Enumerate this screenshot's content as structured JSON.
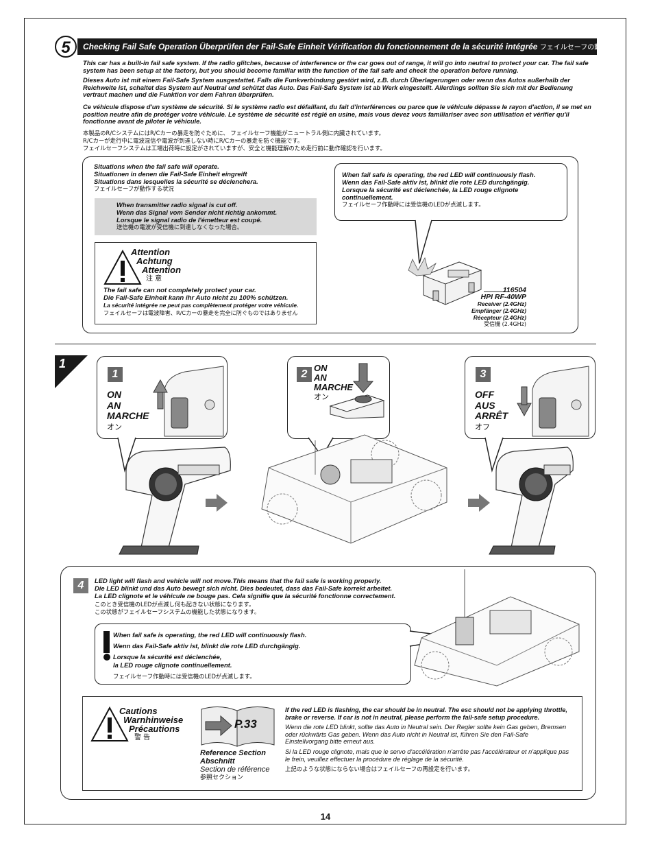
{
  "section": {
    "number": "5",
    "title": "Checking Fail Safe Operation  Überprüfen der Fail-Safe Einheit  Vérification du fonctionnement de la sécurité intégrée",
    "title_jp": "フェイルセーフの動作確認"
  },
  "intro": {
    "en": "This car has a built-in fail safe system. If the radio glitches, because of interference or the car goes out of range, it will go into neutral to protect your car. The fail safe system has been setup at the factory, but you should become familiar with the function of the fail safe and check the operation before running.",
    "de": "Dieses Auto ist mit einem Fail-Safe System ausgestattet. Falls die Funkverbindung gestört wird, z.B. durch Überlagerungen oder wenn das Autos außerhalb der Reichweite ist, schaltet das System auf Neutral und schützt das Auto. Das Fail-Safe System ist ab Werk eingestellt. Allerdings sollten Sie sich mit der Bedienung vertraut machen und die Funktion vor dem Fahren überprüfen.",
    "fr": "Ce véhicule dispose d'un système de sécurité. Si le système radio est défaillant, du fait d'interférences ou parce que le véhicule dépasse le rayon d'action, il se met en position neutre afin de protéger votre véhicule. Le système de sécurité est réglé en usine, mais vous devez vous familiariser avec son utilisation et vérifier qu'il fonctionne avant de piloter le véhicule.",
    "jp1": "本製品のR/CシステムにはR/Cカーの暴走を防ぐために、 フェイルセーフ機能がニュートラル側に内臓されています。",
    "jp2": "R/Cカーが走行中に電波混信や電波が到達しない時にR/Cカーの暴走を防ぐ機能です。",
    "jp3": "フェイルセーフシステムは工場出荷時に設定がされていますが、安全と機能理解のため走行前に動作確認を行います。"
  },
  "situations": {
    "en": "Situations when the fail safe will operate.",
    "de": "Situationen in denen die Fail-Safe Einheit eingreift",
    "fr": "Situations dans lesquelles la sécurité se déclenchera.",
    "jp": "フェイルセーフが動作する状況",
    "signal_en": "When transmitter radio signal is cut off.",
    "signal_de": "Wenn das Signal vom Sender nicht richtig ankommt.",
    "signal_fr": "Lorsque le signal radio de l'émetteur est coupé.",
    "signal_jp": "送信機の電波が受信機に到達しなくなった場合。"
  },
  "attention": {
    "en": "Attention",
    "de": "Achtung",
    "fr": "Attention",
    "jp": "注 意",
    "note_en": "The fail safe can not completely protect your car.",
    "note_de": "Die Fail-Safe Einheit kann ihr Auto nicht zu 100% schützen.",
    "note_fr": "La sécurité intégrée ne peut pas complètement protéger votre véhicule.",
    "note_jp": "フェイルセーフは電波障害、R/Cカーの暴走を完全に防ぐものではありません"
  },
  "led_bubble": {
    "en": "When fail safe is operating, the red LED will continuously flash.",
    "de": "Wenn das Fail-Safe aktiv ist, blinkt die rote LED durchgängig.",
    "fr": "Lorsque la sécurité est déclenchée, la LED rouge clignote continuellement.",
    "jp": "フェイルセーフ作動時には受信機のLEDが点滅します。"
  },
  "receiver": {
    "part": "116504",
    "model": "HPI RF-40WP",
    "l1": "Receiver (2.4GHz)",
    "l2": "Empfänger (2.4GHz)",
    "l3": "Récepteur (2.4GHz)",
    "l4": "受信機 (2.4GHz)"
  },
  "step1": {
    "number": "1",
    "s1": {
      "n": "1",
      "a": "ON",
      "b": "AN",
      "c": "MARCHE",
      "jp": "オン"
    },
    "s2": {
      "n": "2",
      "a": "ON",
      "b": "AN",
      "c": "MARCHE",
      "jp": "オン"
    },
    "s3": {
      "n": "3",
      "a": "OFF",
      "b": "AUS",
      "c": "ARRÊT",
      "jp": "オフ"
    }
  },
  "step4": {
    "n": "4",
    "en": "LED light will flash and vehicle will not move.This means that the fail safe is working properly.",
    "de": "Die LED blinkt und das Auto bewegt sich nicht. Dies bedeutet, dass das Fail-Safe korrekt arbeitet.",
    "fr": "La LED clignote et le véhicule ne bouge pas. Cela signifie que la sécurité fonctionne correctement.",
    "jp1": "このとき受信機のLEDが点滅し何も起きない状態になります。",
    "jp2": "この状態がフェイルセーフシステムの機能した状態になります。",
    "b_en": "When fail safe is operating, the red LED will continuously flash.",
    "b_de": "Wenn das Fail-Safe aktiv ist, blinkt die rote LED durchgängig.",
    "b_fr1": "Lorsque la sécurité est déclenchée,",
    "b_fr2": "la LED rouge clignote continuellement.",
    "b_jp": "フェイルセーフ作動時には受信機のLEDが点滅します。"
  },
  "cautions": {
    "en": "Cautions",
    "de": "Warnhinweise",
    "fr": "Précautions",
    "jp": "警 告",
    "ref_page": "P.33",
    "ref_en": "Reference Section",
    "ref_de": "Abschnitt",
    "ref_fr": "Section de référence",
    "ref_jp": "参照セクション",
    "t_en": "If the red LED is flashing, the car should be in neutral. The esc should not be applying throttle, brake or reverse. If car is not in neutral, please perform the fail-safe setup procedure.",
    "t_de": "Wenn die rote LED blinkt, sollte das Auto in Neutral sein. Der Regler sollte kein Gas geben, Bremsen oder rückwärts Gas geben. Wenn das Auto nicht in Neutral ist, führen Sie den Fail-Safe Einstellvorgang bitte erneut aus.",
    "t_fr": "Si la LED rouge clignote, mais que le servo d'accélération n'arrête pas l'accélérateur et n'applique pas le frein, veuillez effectuer la procédure de réglage de la sécurité.",
    "t_jp": "上記のような状態にならない場合はフェイルセーフの再設定を行います。"
  },
  "page_number": "14"
}
